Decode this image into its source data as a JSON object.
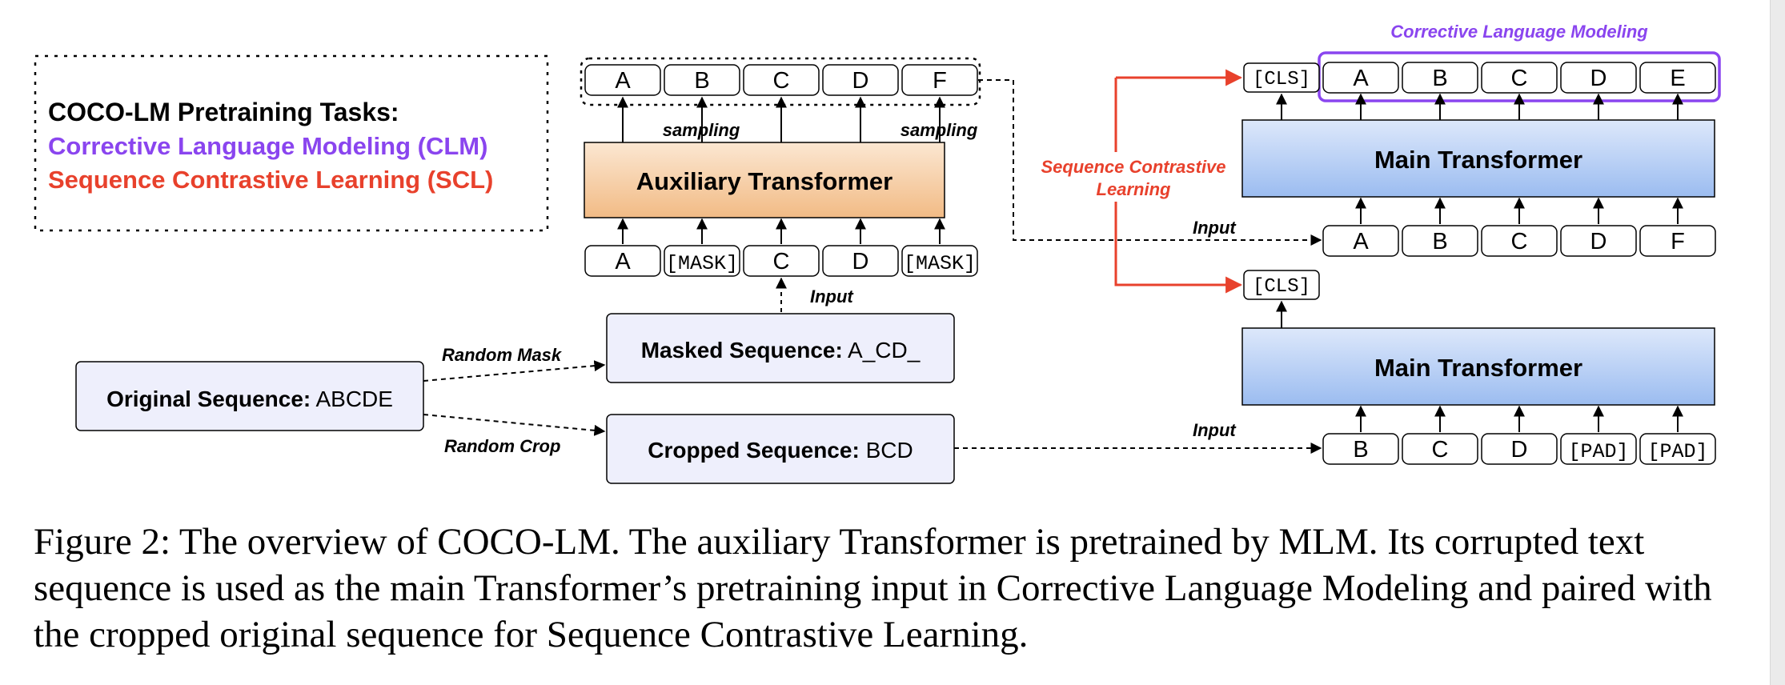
{
  "legend": {
    "title": "COCO-LM Pretraining Tasks:",
    "clm": "Corrective Language Modeling (CLM)",
    "scl": "Sequence Contrastive Learning (SCL)"
  },
  "colors": {
    "clm": "#8a45ef",
    "scl": "#e8412c",
    "aux_top": "#fbe7d2",
    "aux_bottom": "#f2bb85",
    "main_top": "#dde8fb",
    "main_bottom": "#9bbcf0",
    "seq_box": "#eeeffc"
  },
  "aux": {
    "label": "Auxiliary Transformer",
    "output_tokens": [
      "A",
      "B",
      "C",
      "D",
      "F"
    ],
    "input_tokens": [
      "A",
      "[MASK]",
      "C",
      "D",
      "[MASK]"
    ],
    "sampling_label_1": "sampling",
    "sampling_label_2": "sampling",
    "input_label": "Input"
  },
  "original": {
    "bold": "Original Sequence:",
    "value": "ABCDE"
  },
  "masked": {
    "bold": "Masked Sequence:",
    "value": "A_CD_"
  },
  "cropped": {
    "bold": "Cropped Sequence:",
    "value": "BCD"
  },
  "random_mask_label": "Random Mask",
  "random_crop_label": "Random Crop",
  "main_top": {
    "label": "Main Transformer",
    "cls": "[CLS]",
    "output_tokens": [
      "A",
      "B",
      "C",
      "D",
      "E"
    ],
    "input_tokens": [
      "A",
      "B",
      "C",
      "D",
      "F"
    ],
    "input_label": "Input",
    "clm_title": "Corrective Language Modeling"
  },
  "main_bottom": {
    "label": "Main Transformer",
    "cls": "[CLS]",
    "input_tokens": [
      "B",
      "C",
      "D",
      "[PAD]",
      "[PAD]"
    ],
    "input_label": "Input"
  },
  "scl_label_line1": "Sequence Contrastive",
  "scl_label_line2": "Learning",
  "caption": "Figure 2: The overview of COCO-LM. The auxiliary Transformer is pretrained by MLM. Its corrupted text sequence is used as the main Transformer’s pretraining input in Corrective Language Modeling and paired with the cropped original sequence for Sequence Contrastive Learning."
}
